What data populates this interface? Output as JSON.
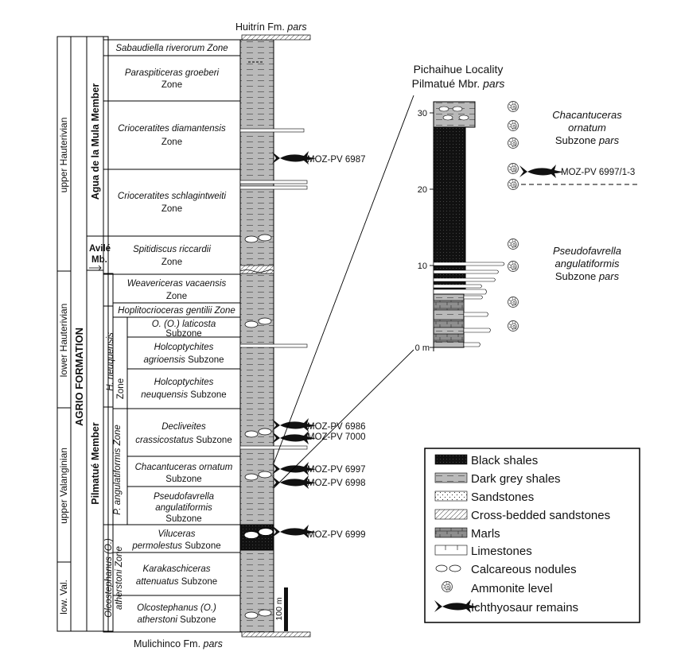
{
  "top_formation": {
    "name": "Huitrín Fm.",
    "suffix": "pars"
  },
  "bottom_formation": {
    "name": "Mulichinco Fm.",
    "suffix": "pars"
  },
  "stage_column": [
    "upper Hauterivian",
    "lower Hauterivian",
    "upper Valanginian",
    "low. Val."
  ],
  "formation_label": "AGRIO FORMATION",
  "members": {
    "agua": "Agua de la Mula Member",
    "avile_line1": "Avilé",
    "avile_line2": "Mb.",
    "pilmatue": "Pilmatué Member"
  },
  "zone_labels": {
    "h_neuquensis": "H. neuquensis",
    "h_zone": "Zone",
    "p_angulatiformis": "P. angulatiformis Zone",
    "olcostephanus": "Olcostephanus (O.)",
    "atherstoni_zone": "atherstoni Zone"
  },
  "zones": {
    "sabaudiella": "Sabaudiella riverorum Zone",
    "paraspiticeras_1": "Paraspiticeras groeberi",
    "paraspiticeras_2": "Zone",
    "diamantensis_1": "Crioceratites diamantensis",
    "diamantensis_2": "Zone",
    "schlagintweiti_1": "Crioceratites schlagintweiti",
    "schlagintweiti_2": "Zone",
    "spitidiscus_1": "Spitidiscus riccardii",
    "spitidiscus_2": "Zone",
    "weavericeras_1": "Weavericeras vacaensis",
    "weavericeras_2": "Zone",
    "hoplitocrioceras": "Hoplitocrioceras gentilii Zone",
    "laticosta_1": "O. (O.) laticosta",
    "laticosta_2": "Subzone",
    "agrioensis_1": "Holcoptychites",
    "agrioensis_2": "agrioensis Subzone",
    "neuquensis_1": "Holcoptychites",
    "neuquensis_2": "neuquensis Subzone",
    "decliveites_1": "Decliveites",
    "decliveites_2": "crassicostatus Subzone",
    "chacantuceras_1": "Chacantuceras ornatum",
    "chacantuceras_2": "Subzone",
    "pseudofavrella_1": "Pseudofavrella",
    "pseudofavrella_2": "angulatiformis",
    "pseudofavrella_3": "Subzone",
    "viluceras_1": "Viluceras",
    "viluceras_2": "permolestus Subzone",
    "karakaschiceras_1": "Karakaschiceras",
    "karakaschiceras_2": "attenuatus Subzone",
    "olco_1": "Olcostephanus (O.)",
    "olco_2": "atherstoni Subzone"
  },
  "specimens": {
    "s6987": "MOZ-PV 6987",
    "s6986": "MOZ-PV 6986",
    "s7000": "MOZ-PV 7000",
    "s6997": "MOZ-PV 6997",
    "s6998": "MOZ-PV 6998",
    "s6999": "MOZ-PV 6999",
    "s6997_13": "MOZ-PV 6997/1-3"
  },
  "scale_bar": "100 m",
  "locality": {
    "title1": "Pichaihue Locality",
    "title2": "Pilmatué Mbr.",
    "title2_suffix": "pars",
    "ticks": [
      "30",
      "20",
      "10",
      "0 m"
    ],
    "subzone_upper_1": "Chacantuceras",
    "subzone_upper_2": "ornatum",
    "subzone_upper_3": "Subzone",
    "subzone_upper_suffix": "pars",
    "subzone_lower_1": "Pseudofavrella",
    "subzone_lower_2": "angulatiformis",
    "subzone_lower_3": "Subzone",
    "subzone_lower_suffix": "pars"
  },
  "legend": [
    "Black shales",
    "Dark grey shales",
    "Sandstones",
    "Cross-bedded sandstones",
    "Marls",
    "Limestones",
    "Calcareous nodules",
    "Ammonite level",
    "Ichthyosaur remains"
  ]
}
